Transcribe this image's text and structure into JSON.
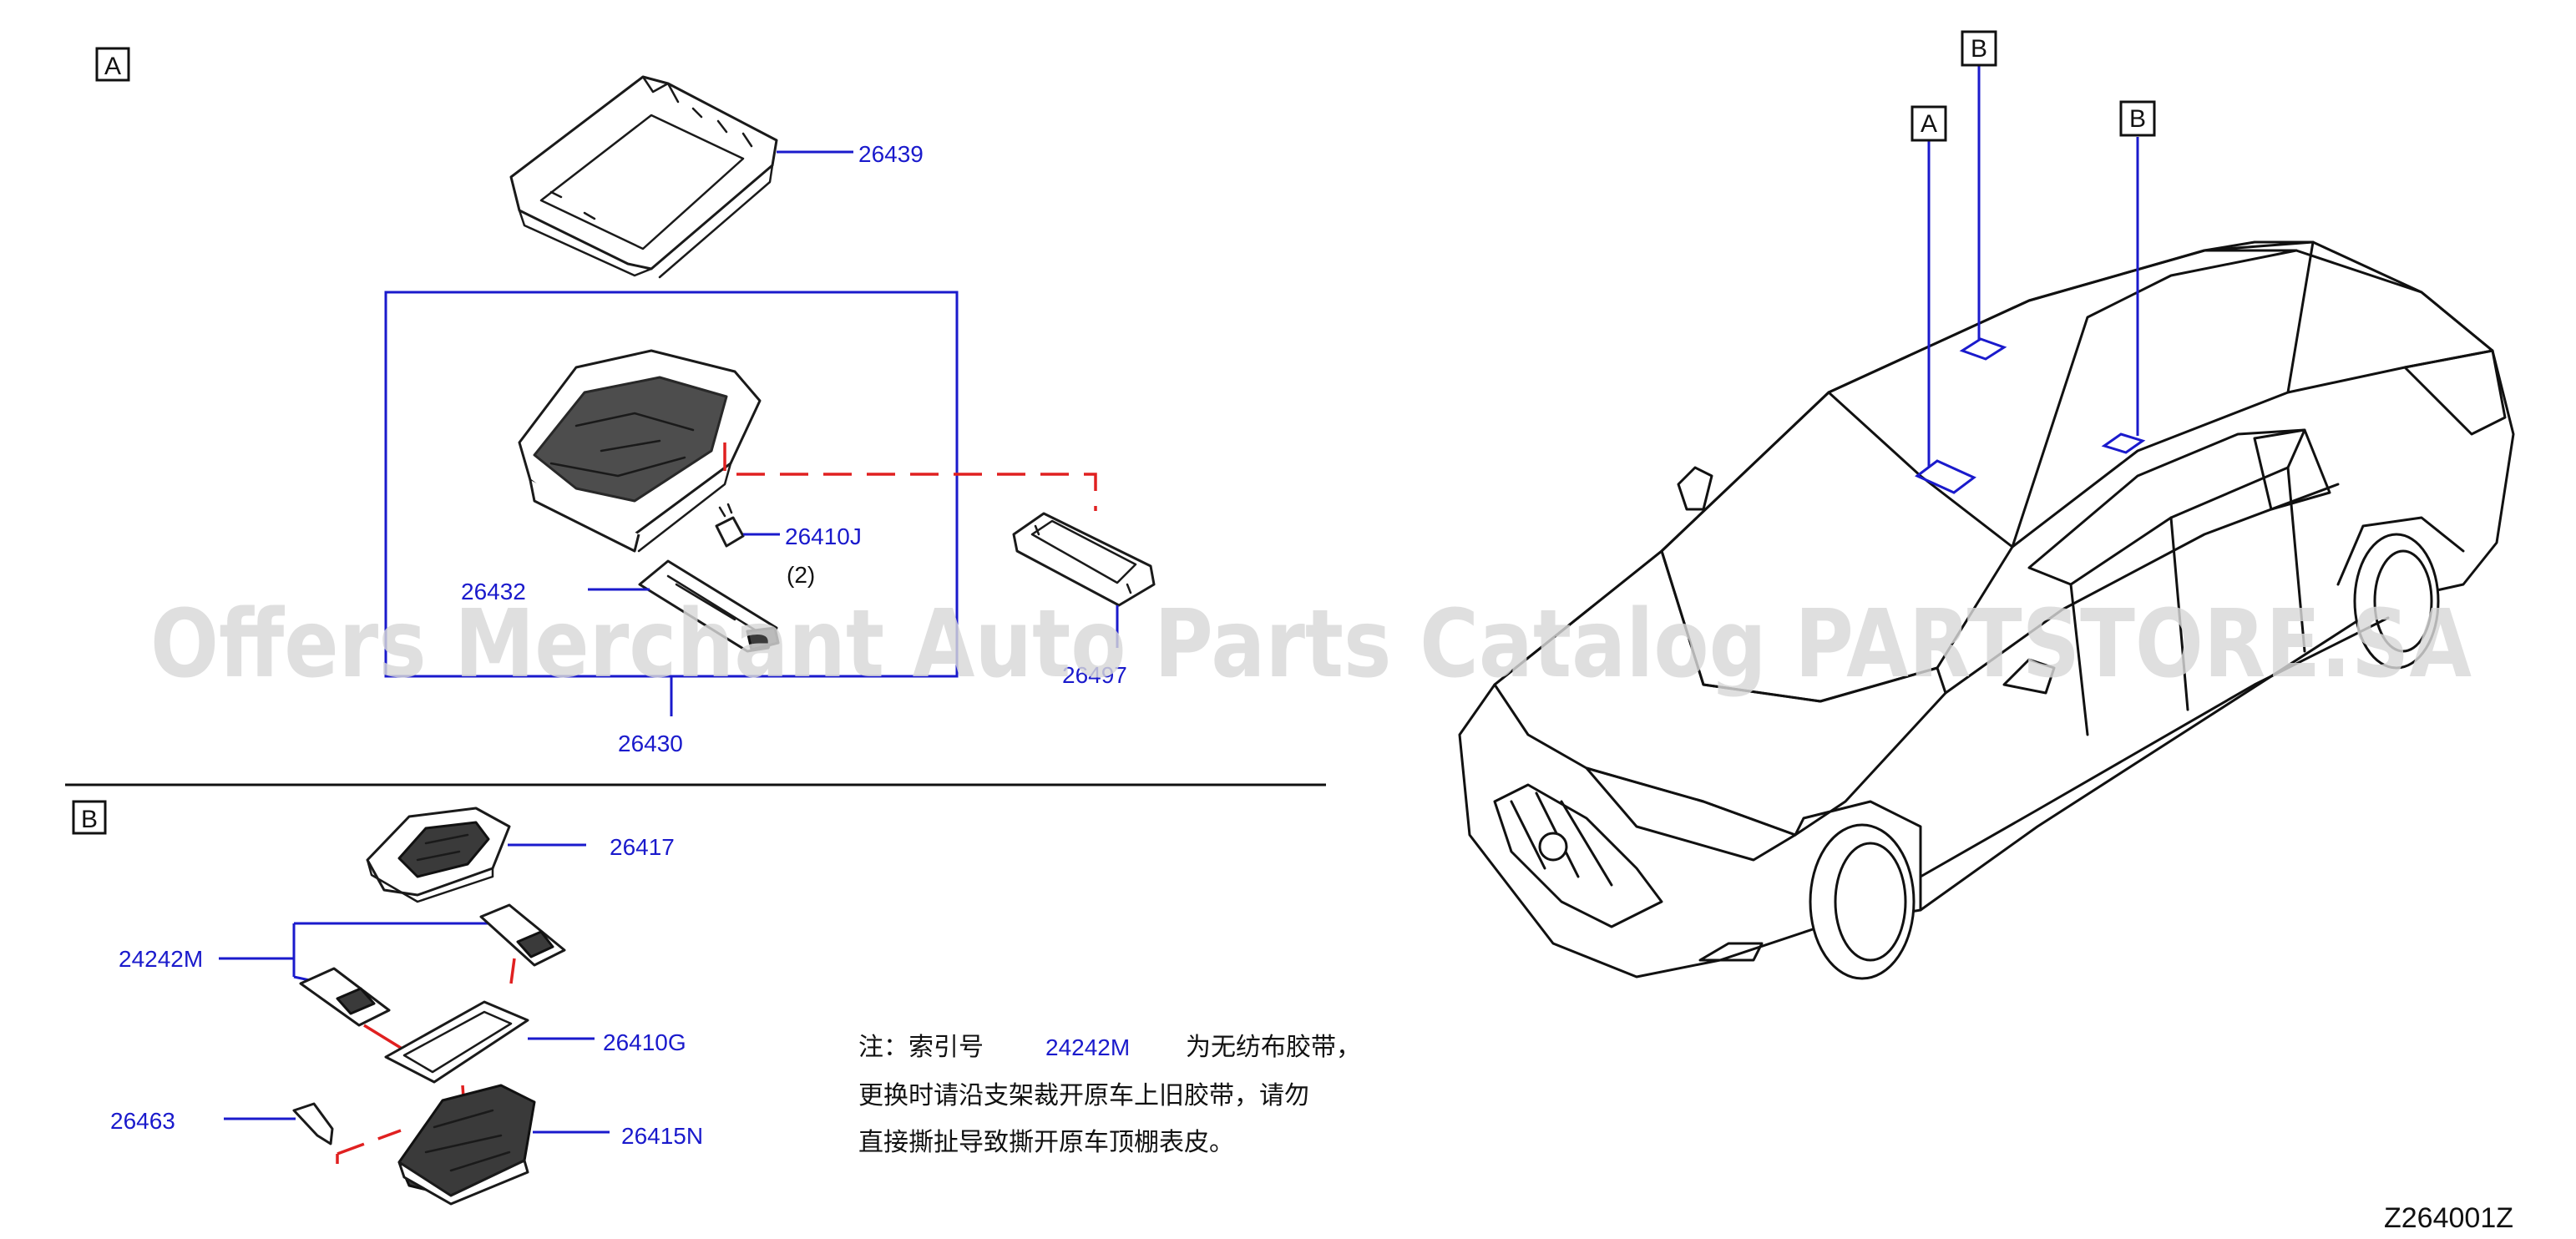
{
  "sections": {
    "a": {
      "label": "A"
    },
    "b": {
      "label": "B"
    }
  },
  "vehicle_markers": [
    "A",
    "B",
    "B"
  ],
  "callouts": {
    "p26439": "26439",
    "p26410J": "26410J",
    "p26410J_qty": "(2)",
    "p26432": "26432",
    "p26497": "26497",
    "p26430": "26430",
    "p26417": "26417",
    "p24242M": "24242M",
    "p26410G": "26410G",
    "p26463": "26463",
    "p26415N": "26415N"
  },
  "note": {
    "prefix": "注：索引号",
    "part": "24242M",
    "suffix": "为无纺布胶带，",
    "line2": "更换时请沿支架裁开原车上旧胶带，请勿",
    "line3": "直接撕扯导致撕开原车顶棚表皮。"
  },
  "diagram_code": "Z264001Z",
  "watermark": "Offers Merchant Auto Parts Catalog PARTSTORE.SA",
  "colors": {
    "callout": "#1a1acc",
    "link": "#e02020",
    "line": "#1a1a1a"
  }
}
